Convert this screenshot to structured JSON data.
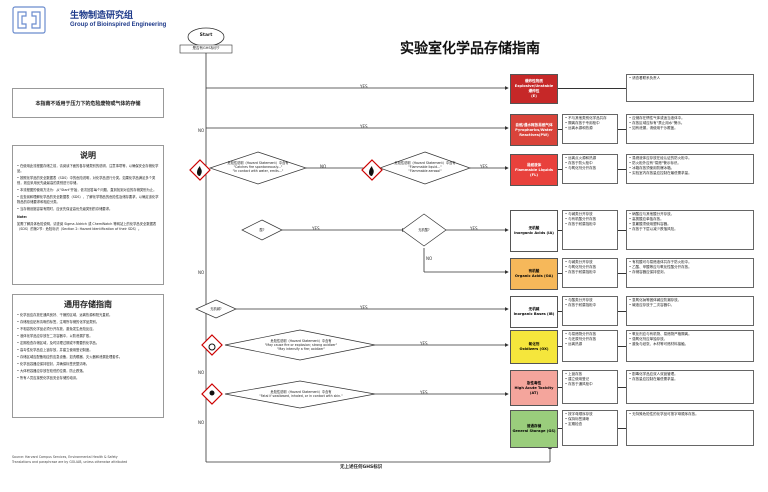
{
  "header": {
    "lab_name": "生物制造研究组",
    "lab_name_en": "Group of Bioinspired Engineering",
    "title": "实验室化学品存储指南"
  },
  "left_panel": {
    "scope_note": "本指南不适用于压力下的危险废物或气体的存储",
    "description_title": "说明",
    "description_paragraphs": [
      "在使用此流程图存储之前，请阅读下面的各存储类别的说明、注意事项等，以确保安全存储化学品。",
      "按照化学品的安全数据表（SDS）中的危险说明，对化学品进行分类。如果化学品满足多个类别，则应采用优先级最高的类别进行存储。",
      "本流程图的使用方法为：从\"Start\"开始，依次回答每个问题，直到找到对应的存储类别为止。",
      "应查阅和理解化学品的安全数据表（SDS），了解化学物品的危险性及储存要求，以确定该化学物品的存储要求和相应分类。",
      "当存储设施容量有限时，应优先保证高优先级类别的存储要求。"
    ],
    "note_label": "Note:",
    "note_text": "如需了解具体危险说明，请查阅 Sigma Aldrich 或 ChemWatch 等网站上的化学品安全数据表（SDS）的第2节：危险标识（Section 2: Hazard Identification of their SDS）。",
    "general_title": "通用存储指南",
    "general_items": [
      "化学品应存放在通风良好、干燥的区域，远离热源和阳光直射。",
      "存储柜应贴有清晰的标签，注明所存储的化学品类别。",
      "不相容的化学品必须分开存放，避免发生危险反应。",
      "液体化学品应存放在二次容器中，以防泄漏扩散。",
      "定期检查存储区域，及时清理过期或不需要的化学品。",
      "高毒性化学品应上锁存放，并建立使用登记制度。",
      "存储区域应配备相应的应急设备，如洗眼器、灭火器和泄漏处理套件。",
      "化学品容器应保持密封，并确保标签完整清晰。",
      "大体积容器应存放在较低的位置，防止跌落。",
      "所有人员应接受化学品安全存储的培训。"
    ],
    "source": "Source: Harvard Campus Services, Environmental Health & Safety\nTranslations and paraphrase are by GOLIAB, unless otherwise attributed"
  },
  "flow": {
    "start": "Start",
    "start_question": "是否有GHS标识?",
    "yes": "YES",
    "no": "NO",
    "q_explosive": "危险性说明（Hazard Statement）中含有\n\"Catches fire spontaneously...\"\n\"In contact with water, emits...\"",
    "q_flammable": "危险性说明（Hazard Statement）中含有\n\"Flammable liquid...\"\n\"Flammable aerosol\"",
    "q_acid": "酸?",
    "q_inorganic": "无机酸?",
    "q_base": "无机碱?",
    "q_oxidizer": "危险性说明（Hazard Statement）中含有\n\"May cause fire or explosion; strong oxidizer\"\n\"May intensify a fire; oxidizer\"",
    "q_toxic": "危险性说明（Hazard Statement）中含有\n\"Fatal if swallowed, inhaled, or in contact with skin.\"",
    "no_ghs_bottom": "无上述任何GHS标识"
  },
  "categories": [
    {
      "label": "爆炸性\n(E)",
      "header": "爆炸性物质\nExplosive/Unstable",
      "color": "#c62828",
      "text_color": "#ffffff",
      "left_list": [],
      "right_text": [
        "请查看联系负责人"
      ]
    },
    {
      "label": "自燃/遇水释放易燃气体\nPyrophorics/Water\nReactives(PW)",
      "header": "",
      "color": "#d9433a",
      "text_color": "#ffffff",
      "left_list": [
        "不与其他类别化学品共存",
        "隔离存放于专用柜中",
        "远离水源和热源"
      ],
      "right_text": [
        "应储存在惰性气体或适当液体中。",
        "存放区域应标有\"禁止用水\"警示。",
        "如有泄漏，请使用干沙覆盖。"
      ]
    },
    {
      "label": "易燃液体\nFlammable Liquids (FL)",
      "header": "",
      "color": "#e8413c",
      "text_color": "#ffffff",
      "left_list": [
        "远离点火源和热源",
        "存放于防火柜中",
        "与氧化剂分开存放"
      ],
      "right_text": [
        "易燃液体应存放在经认证的防火柜中。",
        "防火柜外应有\"易燃\"警示标识。",
        "冰箱存放须使用防爆冰箱。",
        "实验室内存放量应控制在最低需求量。"
      ]
    },
    {
      "label": "无机酸\nInorganic Acids (IA)",
      "header": "",
      "color": "#ffffff",
      "text_color": "#000000",
      "left_list": [
        "与碱类分开存放",
        "与有机酸分开存放",
        "存放于耐腐蚀柜中"
      ],
      "right_text": [
        "硝酸应与其他酸分开存放。",
        "高氯酸应单独存放。",
        "氢氟酸须使用塑料容器。",
        "存放于下层以减少跌落风险。"
      ]
    },
    {
      "label": "有机酸\nOrganic Acids (OA)",
      "header": "",
      "color": "#f6b85a",
      "text_color": "#000000",
      "left_list": [
        "与碱类分开存放",
        "与氧化剂分开存放",
        "存放于耐腐蚀柜中"
      ],
      "right_text": [
        "有机酸可与易燃液体共存于防火柜中。",
        "乙酸、甲酸等应与氧化性酸分开存放。",
        "存储容器应保持密封。"
      ]
    },
    {
      "label": "无机碱\nInorganic Bases (IB)",
      "header": "",
      "color": "#ffffff",
      "text_color": "#000000",
      "left_list": [
        "与酸类分开存放",
        "存放于耐腐蚀柜中"
      ],
      "right_text": [
        "氢氧化钠等固体碱应防潮存放。",
        "碱液应存放于二次容器中。"
      ]
    },
    {
      "label": "氧化剂\nOxidizers (OX)",
      "header": "",
      "color": "#f5e63c",
      "text_color": "#000000",
      "left_list": [
        "与易燃物分开存放",
        "与还原剂分开存放",
        "远离热源"
      ],
      "right_text": [
        "氧化剂应与有机物、易燃物严格隔离。",
        "强氧化剂应单独存放。",
        "避免与纸张、木材等可燃材料接触。"
      ]
    },
    {
      "label": "急性毒性\nHigh Acute Toxicity\n(AT)",
      "header": "",
      "color": "#f4a59c",
      "text_color": "#000000",
      "left_list": [
        "上锁存放",
        "建立使用登记",
        "存放于通风柜中"
      ],
      "right_text": [
        "剧毒化学品应双人双锁管理。",
        "存放量应控制在最低需求量。"
      ]
    },
    {
      "label": "普通存储\nGeneral Storage (GS)",
      "header": "",
      "color": "#9acd7c",
      "text_color": "#000000",
      "left_list": [
        "按字母顺序存放",
        "保持标签清晰",
        "定期检查"
      ],
      "right_text": [
        "无特殊危险性的化学品可按字母顺序存放。"
      ]
    }
  ]
}
